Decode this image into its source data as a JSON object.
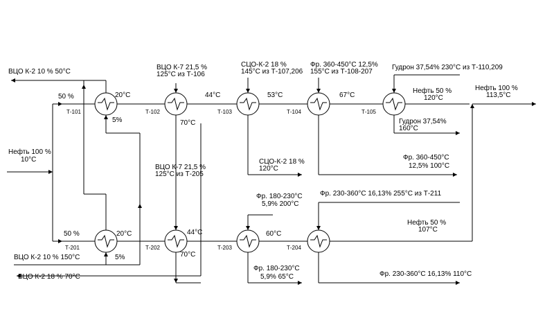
{
  "labels": {
    "feed": {
      "line1": "Нефть 100 %",
      "line2": "10°C"
    },
    "out_vco_k2_top": "ВЦО К-2 10 % 50°C",
    "split_50_top": "50 %",
    "split_50_bot": "50 %",
    "in_vco_k2_150": "ВЦО К-2 10 % 150°C",
    "out_vco_k2_18": "ВЦО К-2 18 % 70°C",
    "t_20_top": "20°C",
    "t_20_bot": "20°C",
    "pct_5_top": "5%",
    "pct_5_bot": "5%",
    "vco_k7_top": {
      "line1": "ВЦО К-7 21,5 %",
      "line2": "125°C из Т-106"
    },
    "vco_k7_bot": {
      "line1": "ВЦО К-7 21,5 %",
      "line2": "125°C из Т-205"
    },
    "t_44_top": "44°C",
    "t_44_bot": "44°C",
    "t_70_top": "70°C",
    "t_70_bot": "70°C",
    "sco_k2_in": {
      "line1": "СЦО-К-2 18 %",
      "line2": "145°C из Т-107,206"
    },
    "sco_k2_out": {
      "line1": "СЦО-К-2 18 %",
      "line2": "120°C"
    },
    "t_53": "53°C",
    "t_60": "60°C",
    "fr_360_450_in": {
      "line1": "Фр. 360-450°C 12,5%",
      "line2": "155°C из Т-108-207"
    },
    "fr_360_450_out": {
      "line1": "Фр. 360-450°C",
      "line2": "12,5% 100°C"
    },
    "t_67": "67°C",
    "gudron_in": "Гудрон  37,54% 230°C из Т-110,209",
    "gudron_out": {
      "line1": "Гудрон  37,54%",
      "line2": "160°C"
    },
    "oil_50_top": {
      "line1": "Нефть 50 %",
      "line2": "120°C"
    },
    "oil_100_out": {
      "line1": "Нефть 100 %",
      "line2": "113,5°C"
    },
    "fr_180_230_in": {
      "line1": "Фр. 180-230°C",
      "line2": "5,9% 200°C"
    },
    "fr_180_230_out": {
      "line1": "Фр. 180-230°C",
      "line2": "5,9% 65°C"
    },
    "fr_230_360_in": "Фр. 230-360°C  16,13% 255°C из Т-211",
    "fr_230_360_out": "Фр. 230-360°C  16,13% 110°C",
    "oil_50_bot": {
      "line1": "Нефть 50 %",
      "line2": "107°C"
    }
  },
  "exchangers": [
    {
      "tag": "Т-101",
      "name": "hx-t101"
    },
    {
      "tag": "Т-102",
      "name": "hx-t102"
    },
    {
      "tag": "Т-103",
      "name": "hx-t103"
    },
    {
      "tag": "Т-104",
      "name": "hx-t104"
    },
    {
      "tag": "Т-105",
      "name": "hx-t105"
    },
    {
      "tag": "Т-201",
      "name": "hx-t201"
    },
    {
      "tag": "Т-202",
      "name": "hx-t202"
    },
    {
      "tag": "Т-203",
      "name": "hx-t203"
    },
    {
      "tag": "Т-204",
      "name": "hx-t204"
    }
  ]
}
